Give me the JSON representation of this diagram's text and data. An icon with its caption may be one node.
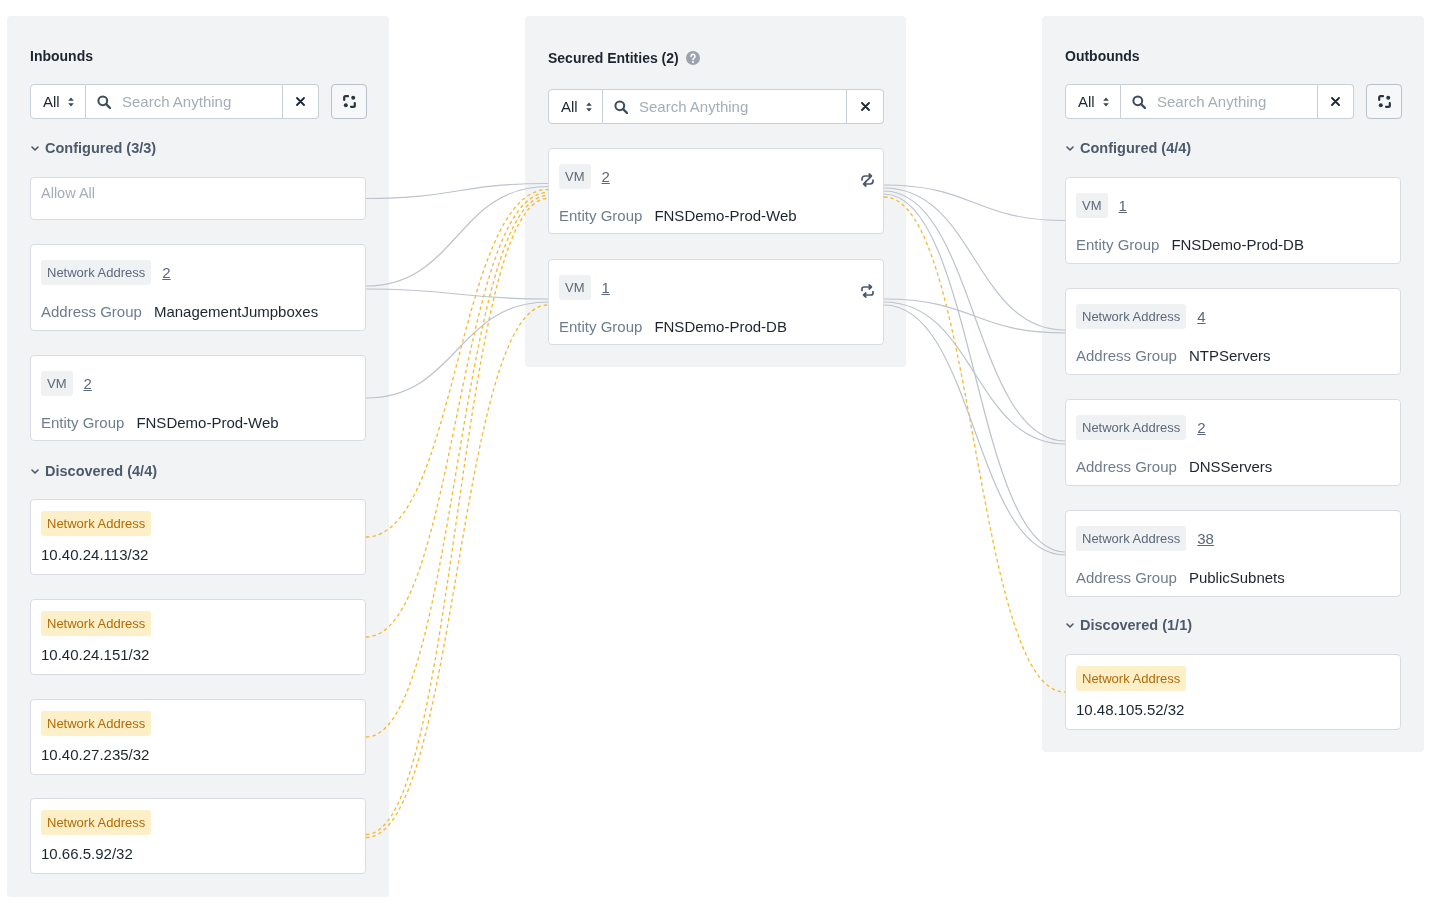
{
  "diagram": {
    "nodes": [
      {
        "text": [
          "Inbounds",
          "All",
          "Search Anything",
          "Configured (3/3)",
          "Discovered (4/4)"
        ]
      },
      {
        "text": [
          "Allow All"
        ],
        "in": 0
      },
      {
        "text": [
          "Network Address",
          "2",
          "Address Group",
          "ManagementJumpboxes"
        ],
        "in": 0
      },
      {
        "text": [
          "VM",
          "2",
          "Entity Group",
          "FNSDemo-Prod-Web"
        ],
        "in": 0
      },
      {
        "text": [
          "Network Address",
          "10.40.24.113/32"
        ],
        "in": 0
      },
      {
        "text": [
          "Network Address",
          "10.40.24.151/32"
        ],
        "in": 0
      },
      {
        "text": [
          "Network Address",
          "10.40.27.235/32"
        ],
        "in": 0
      },
      {
        "text": [
          "Network Address",
          "10.66.5.92/32"
        ],
        "in": 0
      },
      {
        "text": [
          "Secured Entities (2)",
          "All",
          "Search Anything"
        ]
      },
      {
        "text": [
          "VM",
          "2",
          "Entity Group",
          "FNSDemo-Prod-Web"
        ],
        "in": 8
      },
      {
        "text": [
          "VM",
          "1",
          "Entity Group",
          "FNSDemo-Prod-DB"
        ],
        "in": 8
      },
      {
        "text": [
          "Outbounds",
          "All",
          "Search Anything",
          "Configured (4/4)",
          "Discovered (1/1)"
        ]
      },
      {
        "text": [
          "VM",
          "1",
          "Entity Group",
          "FNSDemo-Prod-DB"
        ],
        "in": 11
      },
      {
        "text": [
          "Network Address",
          "4",
          "Address Group",
          "NTPServers"
        ],
        "in": 11
      },
      {
        "text": [
          "Network Address",
          "2",
          "Address Group",
          "DNSServers"
        ],
        "in": 11
      },
      {
        "text": [
          "Network Address",
          "38",
          "Address Group",
          "PublicSubnets"
        ],
        "in": 11
      },
      {
        "text": [
          "Network Address",
          "10.48.105.52/32"
        ],
        "in": 11
      }
    ],
    "edges": [
      {
        "from": 1,
        "to": 9,
        "arrow": "none"
      },
      {
        "from": 2,
        "to": 9,
        "arrow": "none"
      },
      {
        "from": 2,
        "to": 10,
        "arrow": "none"
      },
      {
        "from": 3,
        "to": 10,
        "arrow": "none"
      },
      {
        "from": 4,
        "to": 9,
        "arrow": "none",
        "style": "dashed",
        "color": "#f5b82e"
      },
      {
        "from": 5,
        "to": 9,
        "arrow": "none",
        "style": "dashed",
        "color": "#f5b82e"
      },
      {
        "from": 6,
        "to": 9,
        "arrow": "none",
        "style": "dashed",
        "color": "#f5b82e"
      },
      {
        "from": 7,
        "to": 9,
        "arrow": "none",
        "style": "dashed",
        "color": "#f5b82e"
      },
      {
        "from": 7,
        "to": 10,
        "arrow": "none",
        "style": "dashed",
        "color": "#f5b82e"
      },
      {
        "from": 9,
        "to": 12,
        "arrow": "none"
      },
      {
        "from": 9,
        "to": 13,
        "arrow": "none"
      },
      {
        "from": 9,
        "to": 14,
        "arrow": "none"
      },
      {
        "from": 9,
        "to": 15,
        "arrow": "none"
      },
      {
        "from": 9,
        "to": 16,
        "arrow": "none",
        "style": "dashed",
        "color": "#f5b82e"
      },
      {
        "from": 10,
        "to": 13,
        "arrow": "none"
      },
      {
        "from": 10,
        "to": 14,
        "arrow": "none"
      },
      {
        "from": 10,
        "to": 15,
        "arrow": "none"
      }
    ]
  }
}
